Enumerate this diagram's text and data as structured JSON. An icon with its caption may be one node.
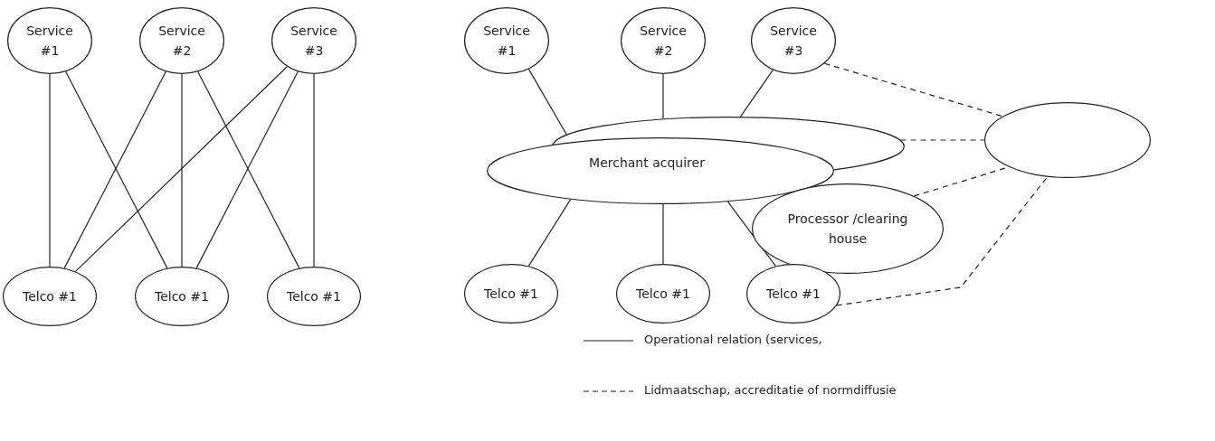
{
  "diagram": {
    "nodes": [
      {
        "text": [
          "Service #1"
        ]
      },
      {
        "text": [
          "Service #2"
        ]
      },
      {
        "text": [
          "Service #3"
        ]
      },
      {
        "text": [
          "Telco #1"
        ]
      },
      {
        "text": [
          "Telco #1"
        ]
      },
      {
        "text": [
          "Telco #1"
        ]
      },
      {
        "text": [
          "Service #1"
        ]
      },
      {
        "text": [
          "Service #2"
        ]
      },
      {
        "text": [
          "Service #3"
        ]
      },
      {
        "text": [
          "Merchant acquirer"
        ]
      },
      {
        "text": [
          "Processor /clearing house"
        ]
      },
      {
        "text": [
          "Telco #1"
        ]
      },
      {
        "text": [
          "Telco #1"
        ]
      },
      {
        "text": [
          "Telco #1"
        ]
      },
      {
        "text": [],
        "shape": "ellipse"
      }
    ],
    "edges": [
      {
        "from": 0,
        "to": 3,
        "arrow": "none"
      },
      {
        "from": 0,
        "to": 4,
        "arrow": "none"
      },
      {
        "from": 1,
        "to": 3,
        "arrow": "none"
      },
      {
        "from": 1,
        "to": 4,
        "arrow": "none"
      },
      {
        "from": 1,
        "to": 5,
        "arrow": "none"
      },
      {
        "from": 2,
        "to": 3,
        "arrow": "none"
      },
      {
        "from": 2,
        "to": 4,
        "arrow": "none"
      },
      {
        "from": 2,
        "to": 5,
        "arrow": "none"
      },
      {
        "from": 6,
        "to": 9,
        "arrow": "none"
      },
      {
        "from": 7,
        "to": 9,
        "arrow": "none"
      },
      {
        "from": 8,
        "to": 9,
        "arrow": "none"
      },
      {
        "from": 9,
        "to": 11,
        "arrow": "none"
      },
      {
        "from": 9,
        "to": 12,
        "arrow": "none"
      },
      {
        "from": 9,
        "to": 13,
        "arrow": "none"
      },
      {
        "from": 8,
        "to": 14,
        "arrow": "none",
        "style": "dashed"
      },
      {
        "from": 9,
        "to": 14,
        "arrow": "none",
        "style": "dashed"
      },
      {
        "from": 10,
        "to": 14,
        "arrow": "none",
        "style": "dashed"
      },
      {
        "from": 13,
        "to": 14,
        "arrow": "none",
        "style": "dashed"
      }
    ],
    "legend": [
      {
        "text": "Operational relation (services,"
      },
      {
        "text": "Lidmaatschap, accreditatie of normdiffusie"
      }
    ]
  }
}
